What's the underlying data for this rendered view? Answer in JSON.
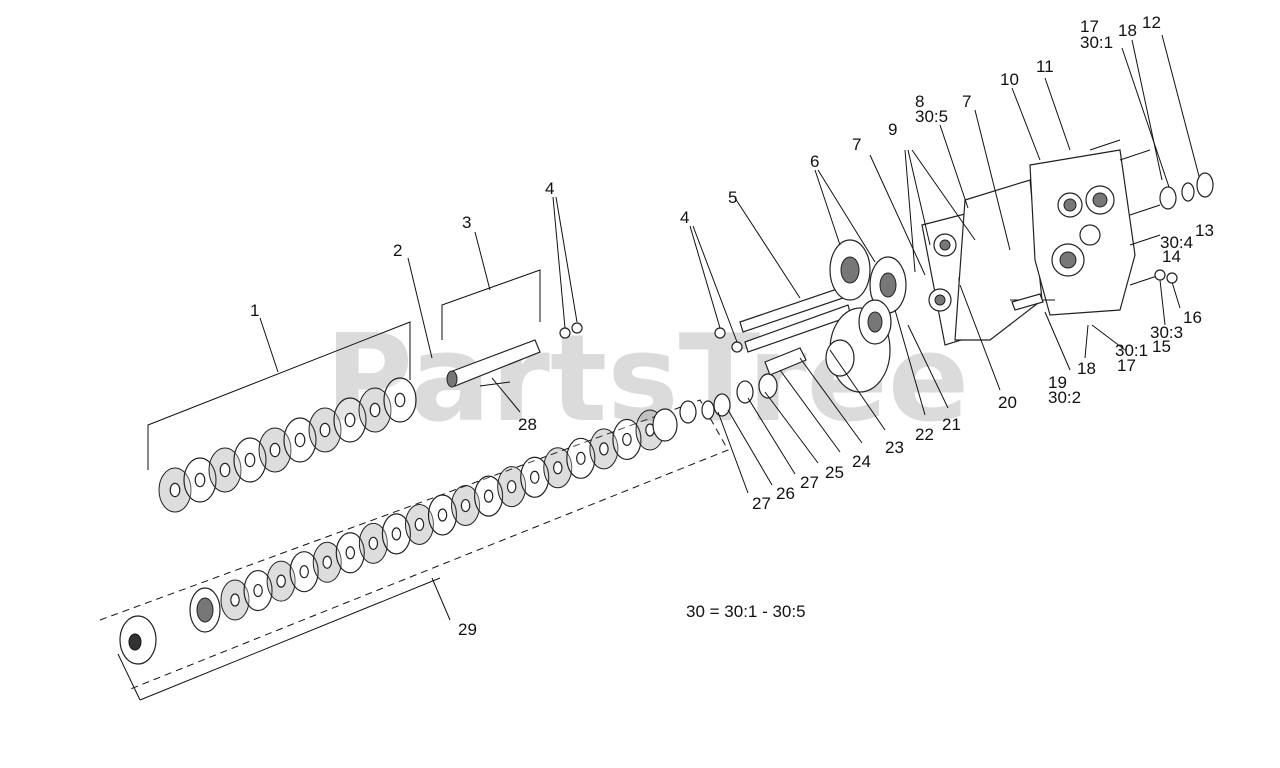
{
  "watermark": "PartsTree",
  "callouts": {
    "c1": "1",
    "c2": "2",
    "c3": "3",
    "c4a": "4",
    "c4b": "4",
    "c5": "5",
    "c6": "6",
    "c7a": "7",
    "c7b": "7",
    "c8": "8",
    "c8b": "30:5",
    "c9": "9",
    "c10": "10",
    "c11": "11",
    "c12": "12",
    "c13": "13",
    "c14": "14",
    "c14b": "30:4",
    "c15": "15",
    "c15b": "30:1",
    "c16": "16",
    "c17a": "17",
    "c17b": "30:1",
    "c17c": "17",
    "c18a": "18",
    "c18b": "18",
    "c19": "19",
    "c19b": "30:2",
    "c20": "20",
    "c21": "21",
    "c22": "22",
    "c23": "23",
    "c24": "24",
    "c25": "25",
    "c26": "26",
    "c27a": "27",
    "c27b": "27",
    "c28": "28",
    "c29": "29",
    "c30": "30:3"
  },
  "note": "30 = 30:1 - 30:5"
}
